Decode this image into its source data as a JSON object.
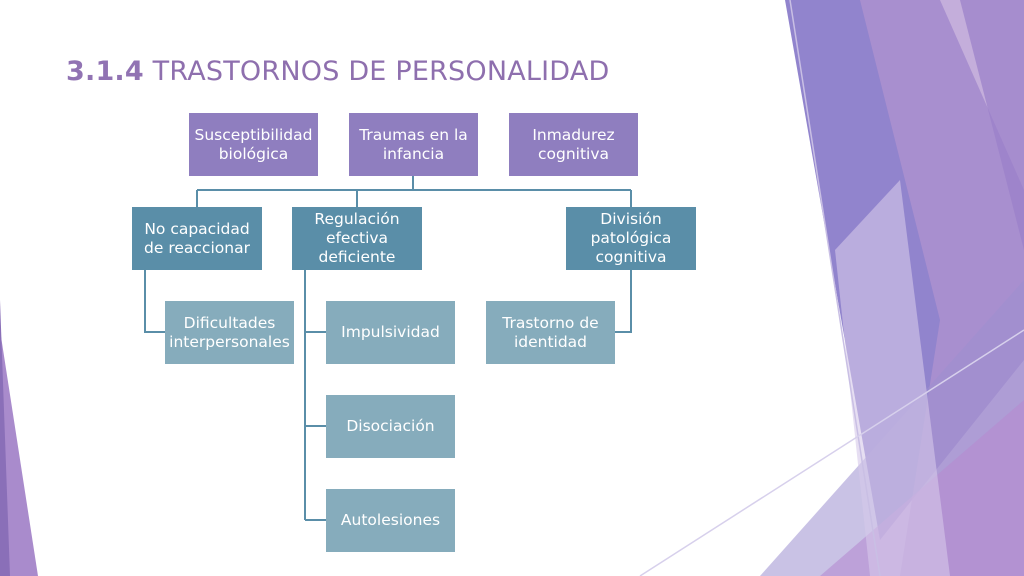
{
  "slide": {
    "title_number": "3.1.4",
    "title_text": "TRASTORNOS DE PERSONALIDAD"
  },
  "diagram": {
    "causes": [
      {
        "label": "Susceptibilidad biológica"
      },
      {
        "label": "Traumas en la infancia"
      },
      {
        "label": "Inmadurez cognitiva"
      }
    ],
    "effects": [
      {
        "label": "No capacidad de reaccionar",
        "children": [
          "Dificultades interpersonales"
        ]
      },
      {
        "label": "Regulación efectiva deficiente",
        "children": [
          "Impulsividad",
          "Disociación",
          "Autolesiones"
        ]
      },
      {
        "label": "División patológica cognitiva",
        "children": [
          "Trastorno de identidad"
        ]
      }
    ]
  },
  "colors": {
    "title": "#8e6fae",
    "cause_box": "#8f7ebf",
    "effect_box": "#5a8ea8",
    "child_box": "#86acbc",
    "connector": "#5a8ea8",
    "accent_purple": "#7a68c0",
    "accent_violet": "#a77fc6"
  }
}
